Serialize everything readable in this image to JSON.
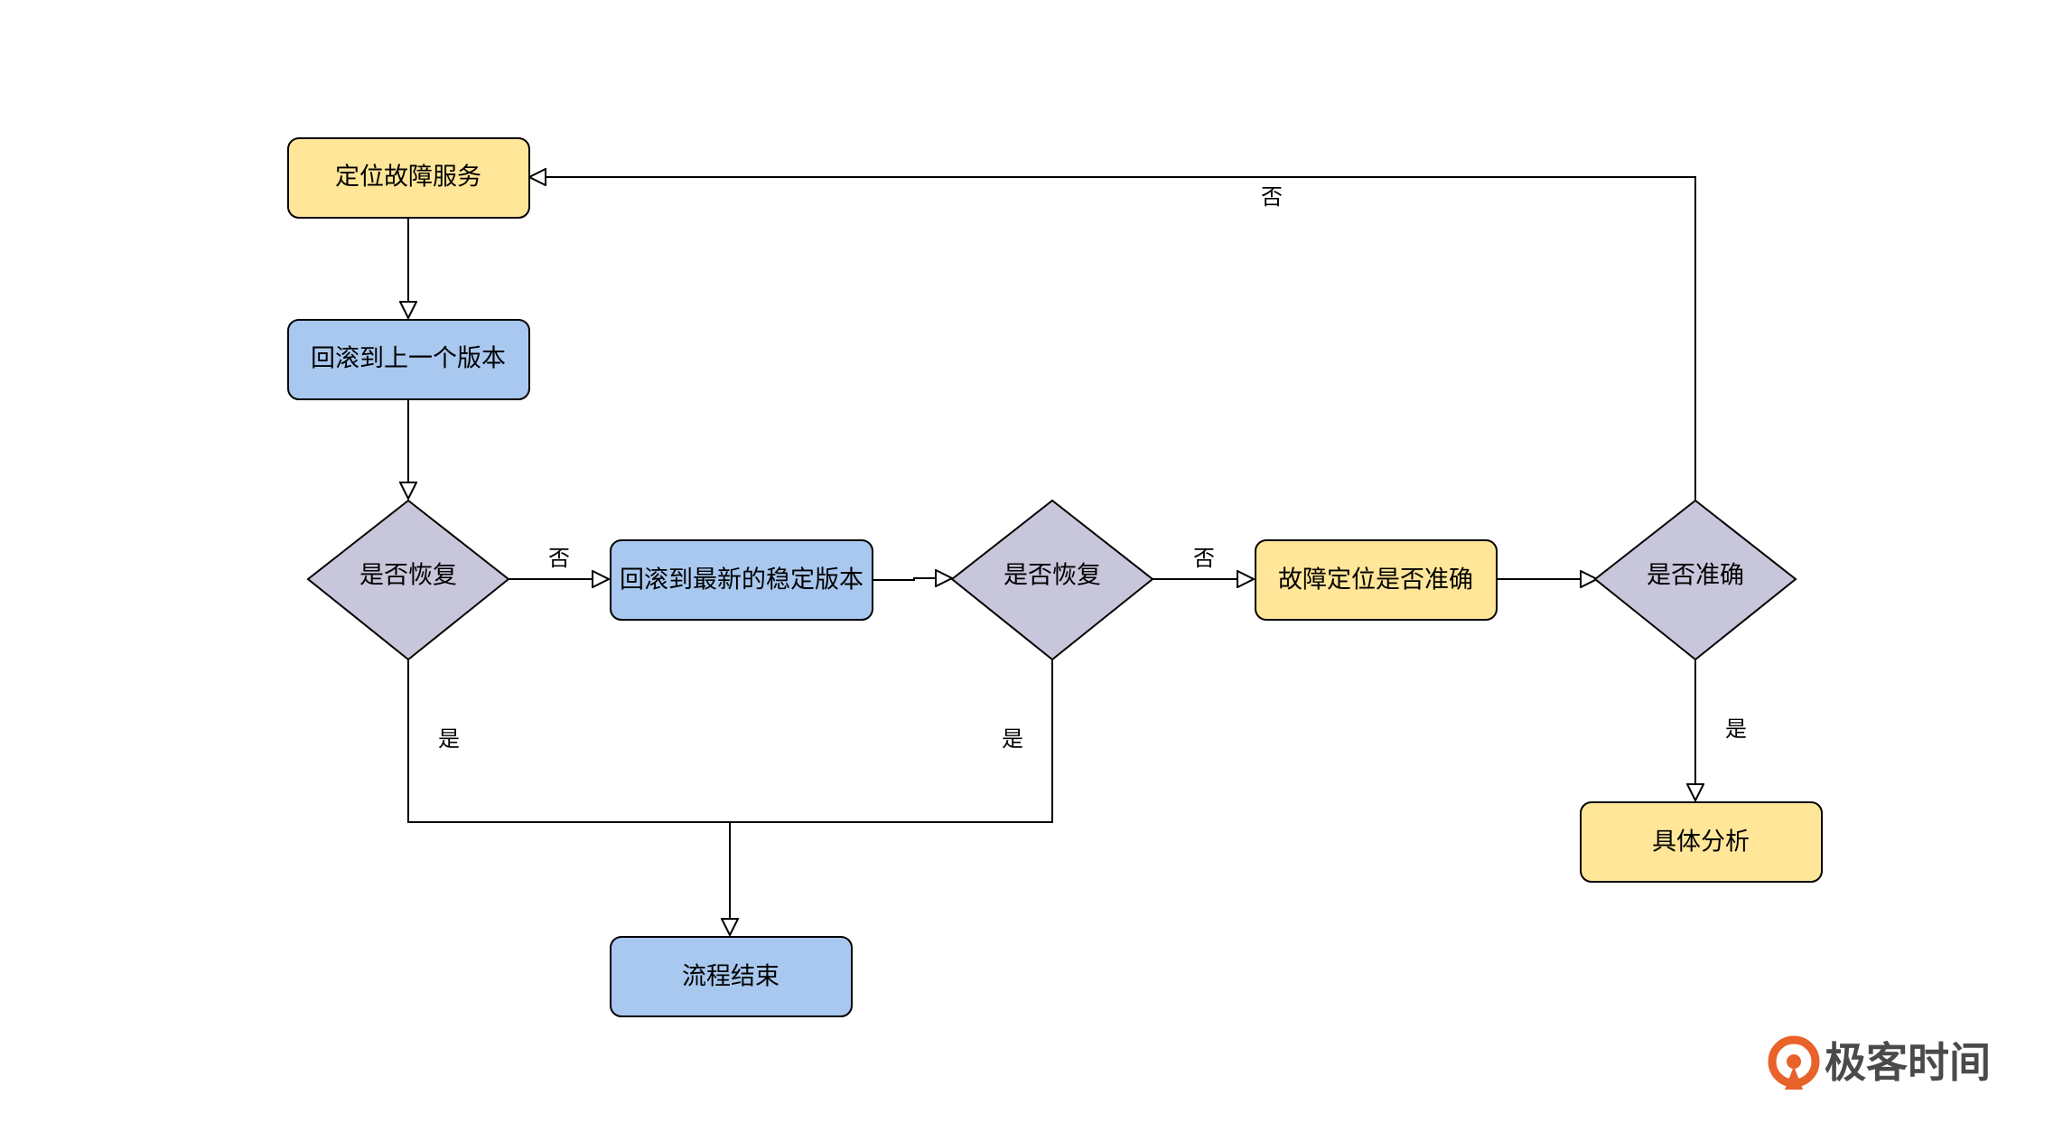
{
  "colors": {
    "process_yellow": "#FFE699",
    "process_blue": "#A9C8EF",
    "decision_gray": "#C8C6DA",
    "stroke": "#000000",
    "brand_orange": "#E8622A"
  },
  "nodes": {
    "locate_fault_service": "定位故障服务",
    "rollback_previous": "回滚到上一个版本",
    "is_recovered_1": "是否恢复",
    "rollback_latest_stable": "回滚到最新的稳定版本",
    "is_recovered_2": "是否恢复",
    "locate_fault_accurate_q": "故障定位是否准确",
    "is_accurate": "是否准确",
    "specific_analysis": "具体分析",
    "process_end": "流程结束"
  },
  "edge_labels": {
    "no_1": "否",
    "no_2": "否",
    "no_3": "否",
    "yes_1": "是",
    "yes_2": "是",
    "yes_3": "是"
  },
  "brand": {
    "icon": "geektime-logo-icon",
    "name": "极客时间"
  }
}
